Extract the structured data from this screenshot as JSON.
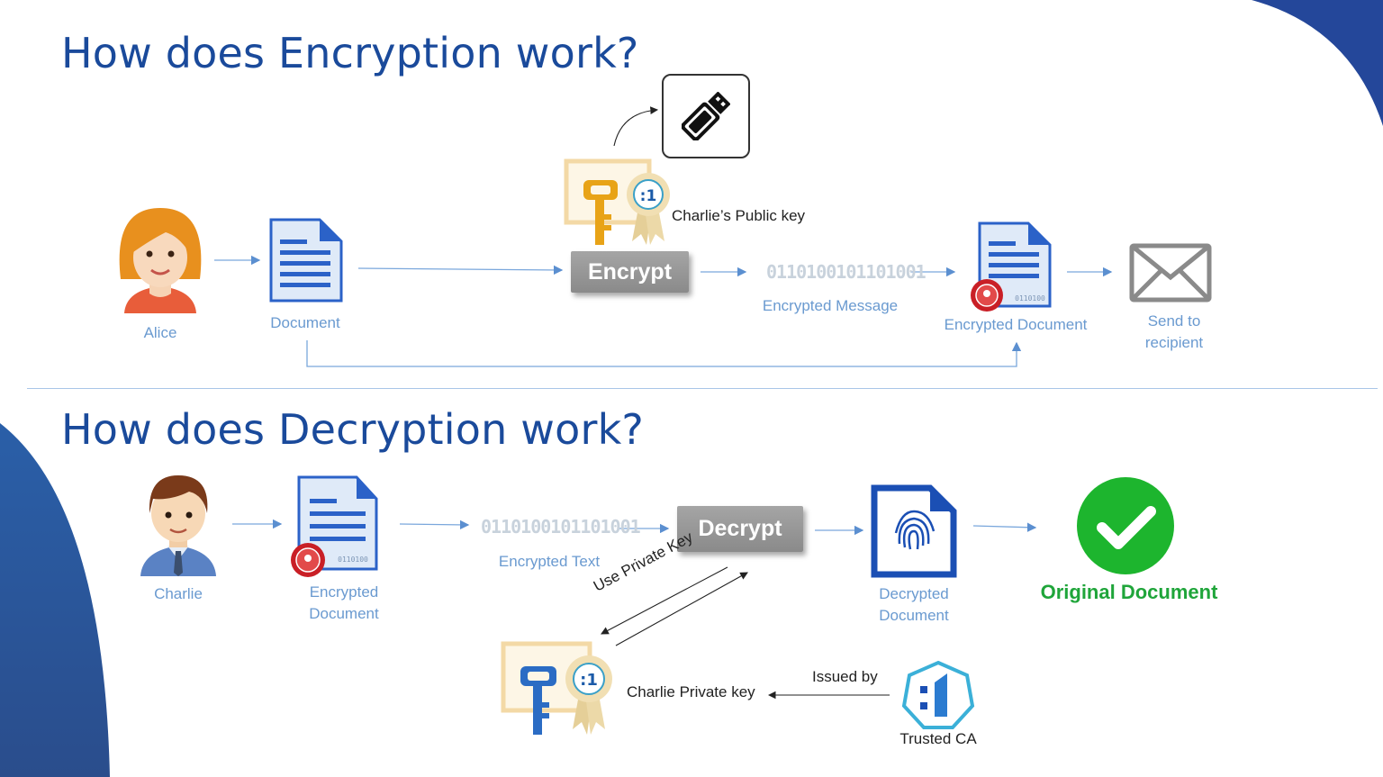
{
  "encryption": {
    "title": "How does Encryption work?",
    "alice_label": "Alice",
    "document_label": "Document",
    "public_key_label": "Charlie’s Public key",
    "encrypt_button": "Encrypt",
    "binary_text": "0110100101101001",
    "encrypted_message_label": "Encrypted Message",
    "encrypted_document_label": "Encrypted Document",
    "send_label_line1": "Send to",
    "send_label_line2": "recipient"
  },
  "decryption": {
    "title": "How does Decryption work?",
    "charlie_label": "Charlie",
    "encrypted_document_line1": "Encrypted",
    "encrypted_document_line2": "Document",
    "binary_text": "0110100101101001",
    "encrypted_text_label": "Encrypted Text",
    "decrypt_button": "Decrypt",
    "use_private_key_label": "Use Private Key",
    "decrypted_document_line1": "Decrypted",
    "decrypted_document_line2": "Document",
    "original_document_label": "Original Document",
    "private_key_label": "Charlie Private key",
    "issued_by_label": "Issued by",
    "trusted_ca_label": "Trusted CA",
    "doc_stamp_binary": "0110100"
  },
  "colors": {
    "title": "#1a4a9b",
    "label": "#6a9ad0",
    "arrow": "#5b8fd0",
    "doc_blue": "#2b62c8",
    "success_green": "#1fa53a",
    "seal_red": "#d22a2a",
    "key_gold": "#e8a317",
    "key_blue": "#2b6cc4"
  },
  "icons": [
    "user-female-icon",
    "document-icon",
    "usb-key-icon",
    "certificate-key-icon",
    "encrypted-document-icon",
    "envelope-icon",
    "user-male-icon",
    "fingerprint-document-icon",
    "checkmark-icon",
    "trusted-ca-logo-icon"
  ]
}
